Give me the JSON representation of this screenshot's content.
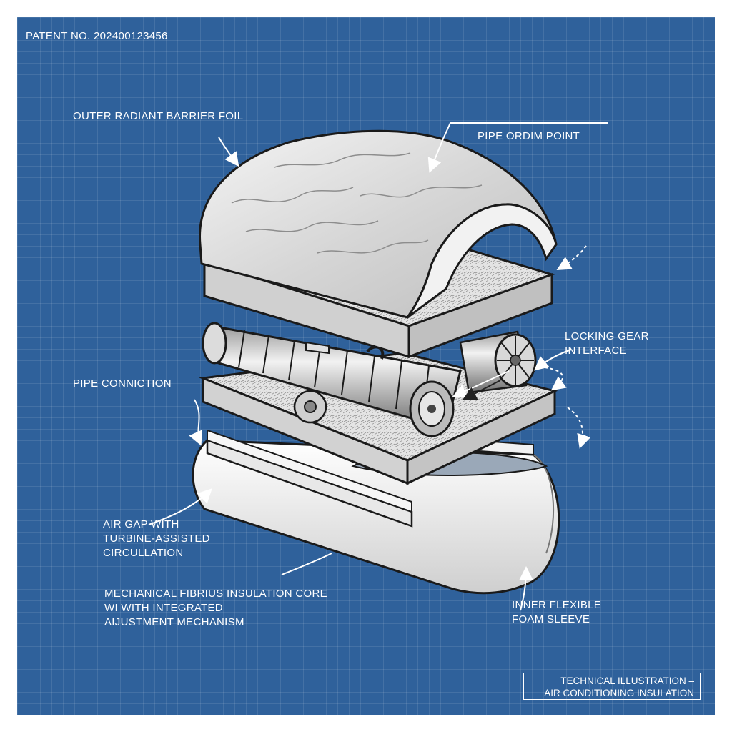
{
  "patent_number": "PATENT NO. 202400123456",
  "labels": {
    "outer_foil": "OUTER RADIANT BARRIER FOIL",
    "pipe_point": "PIPE  ORDIM POINT",
    "locking_gear": [
      "LOCKING GEAR",
      "INTERFACE"
    ],
    "pipe_connection": "PIPE CONNICTION",
    "air_gap": [
      "AIR GAP WITH",
      "TURBINE-ASSISTED",
      "CIRCULLATION"
    ],
    "core": [
      "MECHANICAL FIBRIUS INSULATION CORE",
      "WI WITH INTEGRATED",
      "AIJUSTMENT MECHANISM"
    ],
    "inner_sleeve": [
      "INNER FLEXIBLE",
      "FOAM SLEEVE"
    ]
  },
  "caption": [
    "TECHNICAL ILLUSTRATION –",
    "AIR CONDITIONING INSULATION"
  ],
  "colors": {
    "blueprint": "#2f619b",
    "grid": "#ffffff",
    "ink": "#1a1a1a"
  }
}
